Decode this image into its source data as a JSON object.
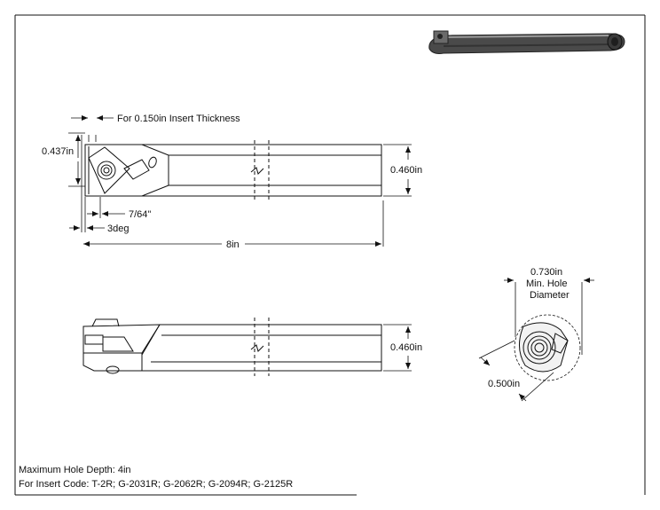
{
  "dimensions": {
    "insert_thickness": "For 0.150in Insert Thickness",
    "tip_height": "0.437in",
    "shank_height_top": "0.460in",
    "inner_offset": "7/64\"",
    "angle": "3deg",
    "overall_length": "8in",
    "shank_height_side": "0.460in",
    "min_hole_line1": "0.730in",
    "min_hole_line2": "Min. Hole",
    "min_hole_line3": "Diameter",
    "shank_diameter": "0.500in"
  },
  "notes": {
    "max_hole_depth": "Maximum Hole Depth: 4in",
    "insert_codes": "For Insert Code: T-2R; G-2031R; G-2062R; G-2094R; G-2125R"
  },
  "colors": {
    "line": "#111111",
    "bar_fill": "#5a5a5a",
    "bar_dark": "#2b2b2b",
    "bar_light": "#8c8c8c"
  }
}
